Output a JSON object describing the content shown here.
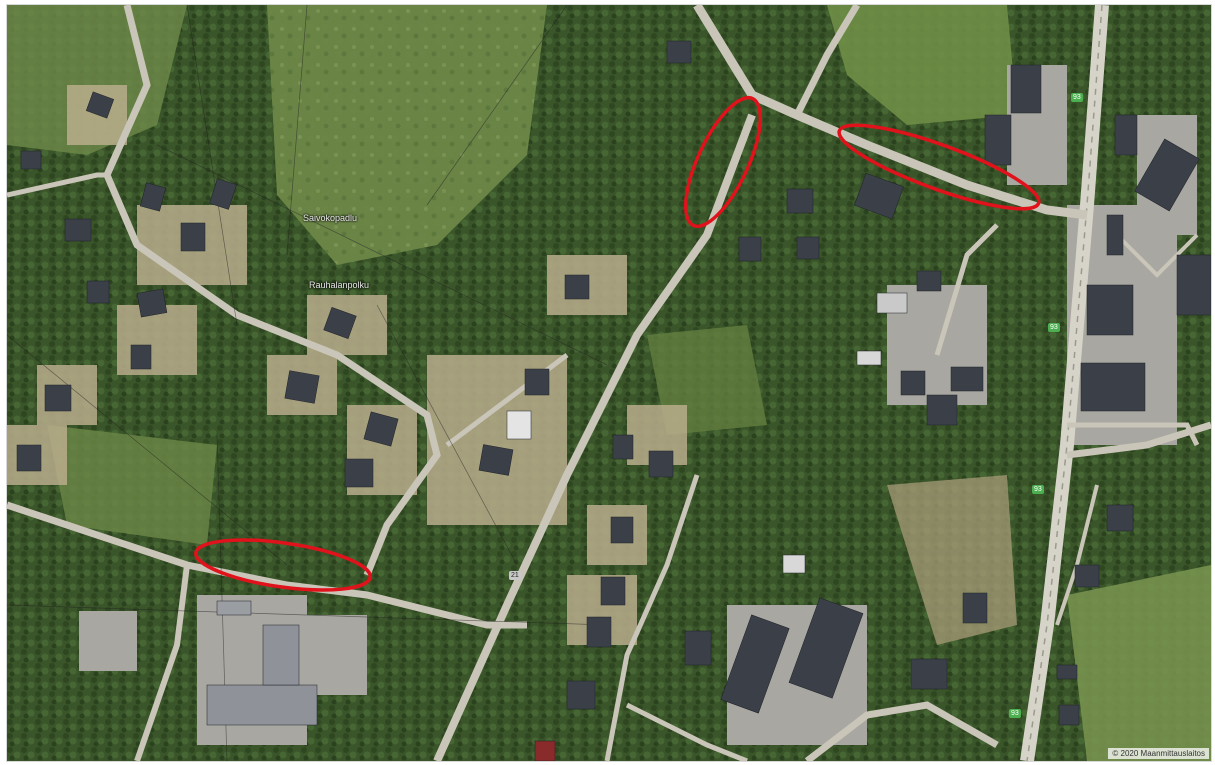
{
  "map": {
    "attribution": "© 2020 Maanmittauslaitos",
    "street_labels": [
      "Saivokopadlu",
      "Rauhalanpolku"
    ],
    "road_number": "93",
    "road_number_small": "21"
  },
  "colors": {
    "forest": "#3e5a2c",
    "meadow": "#6f8a4a",
    "road": "#c9c5b8",
    "highway": "#d6d3c8",
    "building": "#3b3f48",
    "lot": "#b9ad8c",
    "highlight": "#e0121b"
  },
  "highlights": [
    "ellipse-upper-left",
    "ellipse-upper-right",
    "ellipse-lower-left"
  ]
}
